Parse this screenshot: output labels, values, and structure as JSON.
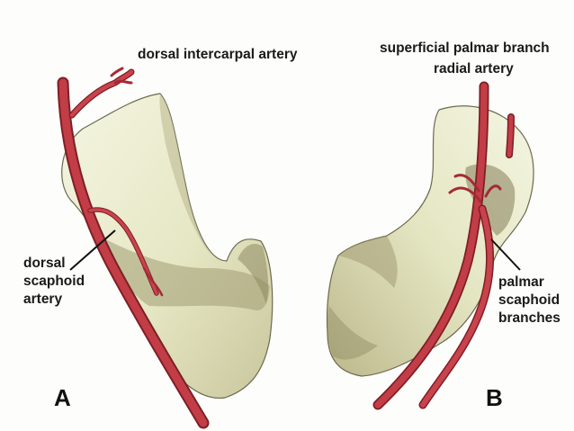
{
  "labels": {
    "dorsal_intercarpal": "dorsal intercarpal artery",
    "dorsal_scaphoid": [
      "dorsal",
      "scaphoid",
      "artery"
    ],
    "superficial_palmar": "superficial palmar branch",
    "radial_artery": "radial artery",
    "palmar_scaphoid": [
      "palmar",
      "scaphoid",
      "branches"
    ]
  },
  "panels": {
    "left": "A",
    "right": "B"
  },
  "colors": {
    "bone_fill": "#eef0d4",
    "bone_shadow": "#a8a37a",
    "artery": "#b8343e",
    "artery_dark": "#7e1e26",
    "leader_line": "#111111"
  }
}
